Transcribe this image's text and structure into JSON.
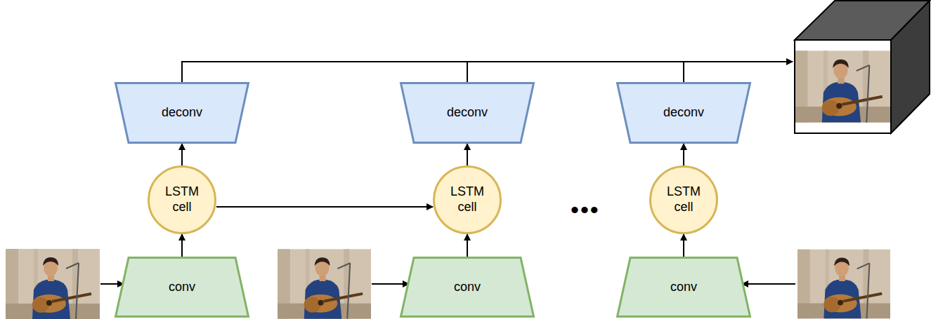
{
  "diagram": {
    "nodes": [
      {
        "text": [
          "deconv"
        ]
      },
      {
        "text": [
          "LSTM cell"
        ]
      },
      {
        "text": [
          "conv"
        ]
      },
      {
        "text": [
          "deconv"
        ]
      },
      {
        "text": [
          "LSTM cell"
        ]
      },
      {
        "text": [
          "conv"
        ]
      },
      {
        "text": [
          "deconv"
        ]
      },
      {
        "text": [
          "LSTM cell"
        ]
      },
      {
        "text": [
          "conv"
        ]
      }
    ],
    "edges": [
      {
        "from": 2,
        "to": 1,
        "arrow": "to"
      },
      {
        "from": 1,
        "to": 0,
        "arrow": "to"
      },
      {
        "from": 5,
        "to": 4,
        "arrow": "to"
      },
      {
        "from": 4,
        "to": 3,
        "arrow": "to"
      },
      {
        "from": 8,
        "to": 7,
        "arrow": "to"
      },
      {
        "from": 7,
        "to": 6,
        "arrow": "to"
      },
      {
        "from": 1,
        "to": 4,
        "arrow": "to"
      }
    ],
    "labels": [
      "•••"
    ]
  }
}
